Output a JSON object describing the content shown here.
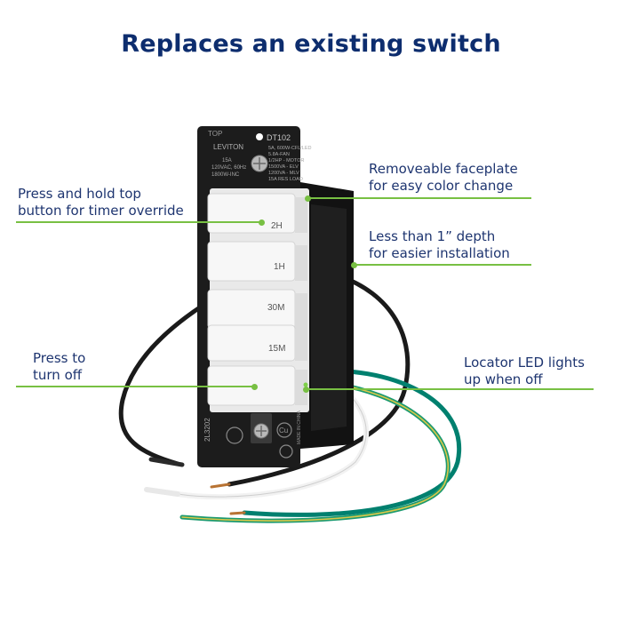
{
  "title": "Replaces an existing switch",
  "colors": {
    "title": "#0d2d6e",
    "callout_text": "#1e3570",
    "callout_line": "#78c043"
  },
  "callouts": {
    "timer_override": {
      "line1": "Press and hold top",
      "line2": "button for timer override"
    },
    "turn_off": {
      "line1": "Press to",
      "line2": "turn off"
    },
    "faceplate": {
      "line1": "Removeable faceplate",
      "line2": "for easy color change"
    },
    "depth": {
      "line1": "Less than 1” depth",
      "line2": "for easier installation"
    },
    "locator_led": {
      "line1": "Locator LED lights",
      "line2": "up when off"
    }
  },
  "device": {
    "yoke_top_label": "TOP",
    "brand": "LEVITON",
    "model": "DT102",
    "spec_left": [
      "15A",
      "120VAC, 60Hz",
      "1800W-INC"
    ],
    "spec_right": [
      "5A, 600W-CFL/LED",
      "5.8A-FAN",
      "1/2HP - MOTOR",
      "1500VA - ELV",
      "1200VA - MLV",
      "15A RES LOAD"
    ],
    "side_code": "2L3202",
    "made_in": "MADE IN CHINA",
    "cu_mark": "Cu",
    "buttons": [
      {
        "label": "2H"
      },
      {
        "label": "1H"
      },
      {
        "label": "30M"
      },
      {
        "label": "15M"
      },
      {
        "label": ""
      }
    ]
  }
}
